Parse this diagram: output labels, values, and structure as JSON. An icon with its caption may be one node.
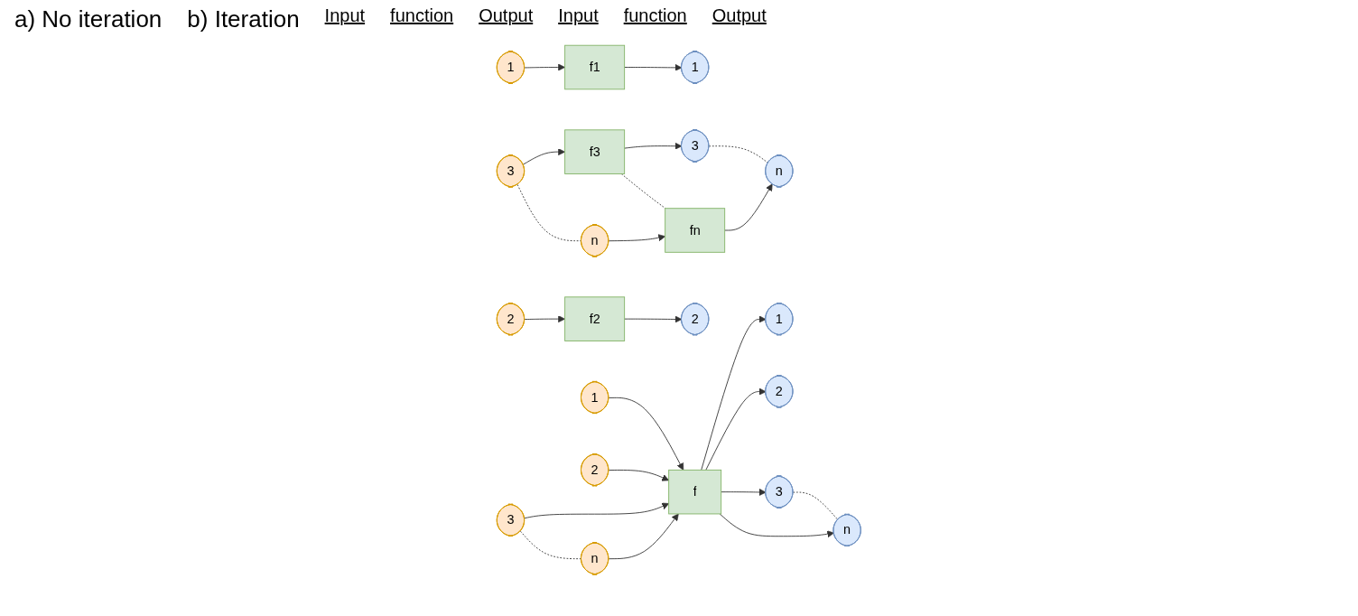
{
  "diagram": {
    "nodes": [
      {
        "text": [
          "1"
        ]
      },
      {
        "text": [
          "2"
        ]
      },
      {
        "text": [
          "3"
        ]
      },
      {
        "text": [
          "n"
        ]
      },
      {
        "text": [
          "f1"
        ]
      },
      {
        "text": [
          "f2"
        ]
      },
      {
        "text": [
          "f3"
        ]
      },
      {
        "text": [
          "fn"
        ]
      },
      {
        "text": [
          "1"
        ]
      },
      {
        "text": [
          "2"
        ]
      },
      {
        "text": [
          "3"
        ]
      },
      {
        "text": [
          "n"
        ]
      },
      {
        "text": [
          "1"
        ]
      },
      {
        "text": [
          "2"
        ]
      },
      {
        "text": [
          "3"
        ]
      },
      {
        "text": [
          "n"
        ]
      },
      {
        "text": [
          "f"
        ]
      },
      {
        "text": [
          "1"
        ]
      },
      {
        "text": [
          "2"
        ]
      },
      {
        "text": [
          "3"
        ]
      },
      {
        "text": [
          "n"
        ]
      }
    ],
    "edges": [
      {
        "from": 0,
        "to": 4,
        "arrow": "to"
      },
      {
        "from": 1,
        "to": 5,
        "arrow": "to"
      },
      {
        "from": 2,
        "to": 6,
        "arrow": "to"
      },
      {
        "from": 3,
        "to": 7,
        "arrow": "to"
      },
      {
        "from": 4,
        "to": 8,
        "arrow": "to"
      },
      {
        "from": 5,
        "to": 9,
        "arrow": "to"
      },
      {
        "from": 6,
        "to": 10,
        "arrow": "to"
      },
      {
        "from": 7,
        "to": 11,
        "arrow": "to"
      },
      {
        "from": 2,
        "to": 3,
        "arrow": "none",
        "style": "dashed"
      },
      {
        "from": 6,
        "to": 7,
        "arrow": "none",
        "style": "dashed"
      },
      {
        "from": 10,
        "to": 11,
        "arrow": "none",
        "style": "dashed"
      },
      {
        "from": 12,
        "to": 16,
        "arrow": "to"
      },
      {
        "from": 13,
        "to": 16,
        "arrow": "to"
      },
      {
        "from": 14,
        "to": 16,
        "arrow": "to"
      },
      {
        "from": 15,
        "to": 16,
        "arrow": "to"
      },
      {
        "from": 16,
        "to": 17,
        "arrow": "to"
      },
      {
        "from": 16,
        "to": 18,
        "arrow": "to"
      },
      {
        "from": 16,
        "to": 19,
        "arrow": "to"
      },
      {
        "from": 16,
        "to": 20,
        "arrow": "to"
      },
      {
        "from": 14,
        "to": 15,
        "arrow": "none",
        "style": "dashed"
      },
      {
        "from": 19,
        "to": 20,
        "arrow": "none",
        "style": "dashed"
      }
    ],
    "labels": [
      "a) No iteration",
      "b) Iteration",
      "Input",
      "function",
      "Output",
      "Input",
      "function",
      "Output"
    ]
  }
}
